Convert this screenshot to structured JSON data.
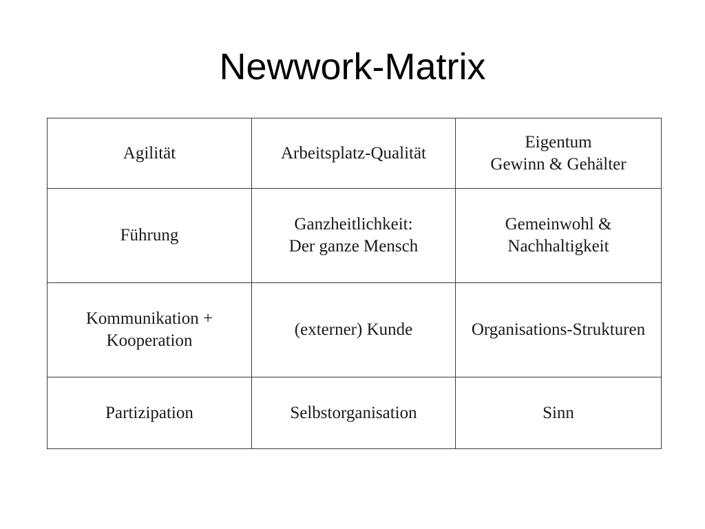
{
  "slide": {
    "title": "Newwork-Matrix"
  },
  "matrix": {
    "rows": [
      [
        [
          "Agilität"
        ],
        [
          "Arbeitsplatz-Qualität"
        ],
        [
          "Eigentum",
          "Gewinn & Gehälter"
        ]
      ],
      [
        [
          "Führung"
        ],
        [
          "Ganzheitlichkeit:",
          "Der ganze Mensch"
        ],
        [
          "Gemeinwohl &",
          "Nachhaltigkeit"
        ]
      ],
      [
        [
          "Kommunikation +",
          "Kooperation"
        ],
        [
          "(externer) Kunde"
        ],
        [
          "Organisations-Strukturen"
        ]
      ],
      [
        [
          "Partizipation"
        ],
        [
          "Selbstorganisation"
        ],
        [
          "Sinn"
        ]
      ]
    ]
  }
}
